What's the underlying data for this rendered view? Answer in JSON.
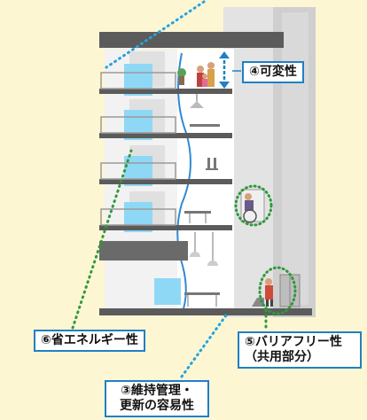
{
  "labels": {
    "variability": "④可変性",
    "barrier_free_line1": "⑤バリアフリー性",
    "barrier_free_line2": "（共用部分）",
    "energy": "⑥省エネルギー性",
    "maintenance_line1": "③維持管理・",
    "maintenance_line2": "更新の容易性"
  },
  "colors": {
    "background": "#fdf6d3",
    "label_border": "#1f80c6",
    "green_dots": "#2e9a3a",
    "blue_dots": "#22a4e0",
    "window_blue": "#8fd8f5",
    "concrete_light": "#ededed",
    "concrete_dark": "#5b5b5b"
  }
}
